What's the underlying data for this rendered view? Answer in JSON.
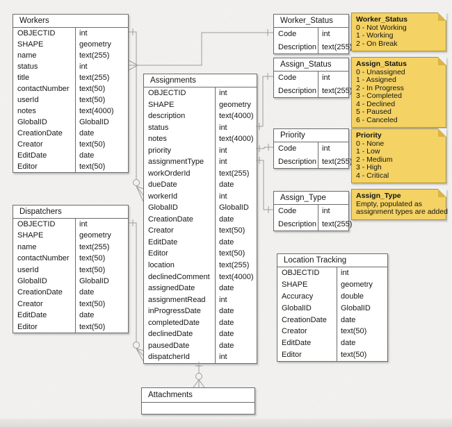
{
  "diagram": {
    "tables": [
      {
        "id": "workers",
        "title": "Workers",
        "fields": [
          [
            "OBJECTID",
            "int"
          ],
          [
            "SHAPE",
            "geometry"
          ],
          [
            "name",
            "text(255)"
          ],
          [
            "status",
            "int"
          ],
          [
            "title",
            "text(255)"
          ],
          [
            "contactNumber",
            "text(50)"
          ],
          [
            "userId",
            "text(50)"
          ],
          [
            "notes",
            "text(4000)"
          ],
          [
            "GlobalID",
            "GlobalID"
          ],
          [
            "CreationDate",
            "date"
          ],
          [
            "Creator",
            "text(50)"
          ],
          [
            "EditDate",
            "date"
          ],
          [
            "Editor",
            "text(50)"
          ]
        ]
      },
      {
        "id": "dispatchers",
        "title": "Dispatchers",
        "fields": [
          [
            "OBJECTID",
            "int"
          ],
          [
            "SHAPE",
            "geometry"
          ],
          [
            "name",
            "text(255)"
          ],
          [
            "contactNumber",
            "text(50)"
          ],
          [
            "userId",
            "text(50)"
          ],
          [
            "GlobalID",
            "GlobalID"
          ],
          [
            "CreationDate",
            "date"
          ],
          [
            "Creator",
            "text(50)"
          ],
          [
            "EditDate",
            "date"
          ],
          [
            "Editor",
            "text(50)"
          ]
        ]
      },
      {
        "id": "assignments",
        "title": "Assignments",
        "fields": [
          [
            "OBJECTID",
            "int"
          ],
          [
            "SHAPE",
            "geometry"
          ],
          [
            "description",
            "text(4000)"
          ],
          [
            "status",
            "int"
          ],
          [
            "notes",
            "text(4000)"
          ],
          [
            "priority",
            "int"
          ],
          [
            "assignmentType",
            "int"
          ],
          [
            "workOrderId",
            "text(255)"
          ],
          [
            "dueDate",
            "date"
          ],
          [
            "workerId",
            "int"
          ],
          [
            "GlobalID",
            "GlobalID"
          ],
          [
            "CreationDate",
            "date"
          ],
          [
            "Creator",
            "text(50)"
          ],
          [
            "EditDate",
            "date"
          ],
          [
            "Editor",
            "text(50)"
          ],
          [
            "location",
            "text(255)"
          ],
          [
            "declinedComment",
            "text(4000)"
          ],
          [
            "assignedDate",
            "date"
          ],
          [
            "assignmentRead",
            "int"
          ],
          [
            "inProgressDate",
            "date"
          ],
          [
            "completedDate",
            "date"
          ],
          [
            "declinedDate",
            "date"
          ],
          [
            "pausedDate",
            "date"
          ],
          [
            "dispatcherId",
            "int"
          ]
        ]
      },
      {
        "id": "worker_status",
        "title": "Worker_Status",
        "fields": [
          [
            "Code",
            "int"
          ],
          [
            "Description",
            "text(255)"
          ]
        ]
      },
      {
        "id": "assign_status",
        "title": "Assign_Status",
        "fields": [
          [
            "Code",
            "int"
          ],
          [
            "Description",
            "text(255)"
          ]
        ]
      },
      {
        "id": "priority",
        "title": "Priority",
        "fields": [
          [
            "Code",
            "int"
          ],
          [
            "Description",
            "text(255)"
          ]
        ]
      },
      {
        "id": "assign_type",
        "title": "Assign_Type",
        "fields": [
          [
            "Code",
            "int"
          ],
          [
            "Description",
            "text(255)"
          ]
        ]
      },
      {
        "id": "location_tracking",
        "title": "Location Tracking",
        "fields": [
          [
            "OBJECTID",
            "int"
          ],
          [
            "SHAPE",
            "geometry"
          ],
          [
            "Accuracy",
            "double"
          ],
          [
            "GlobalID",
            "GlobalID"
          ],
          [
            "CreationDate",
            "date"
          ],
          [
            "Creator",
            "text(50)"
          ],
          [
            "EditDate",
            "date"
          ],
          [
            "Editor",
            "text(50)"
          ]
        ]
      },
      {
        "id": "attachments",
        "title": "Attachments",
        "fields": []
      }
    ],
    "notes": [
      {
        "id": "note_worker_status",
        "title": "Worker_Status",
        "lines": [
          "0 - Not Working",
          "1 - Working",
          "2 - On Break"
        ]
      },
      {
        "id": "note_assign_status",
        "title": "Assign_Status",
        "lines": [
          "0 - Unassigned",
          "1 - Assigned",
          "2 - In Progress",
          "3 - Completed",
          "4 - Declined",
          "5 - Paused",
          "6 - Canceled"
        ]
      },
      {
        "id": "note_priority",
        "title": "Priority",
        "lines": [
          "0 - None",
          "1 - Low",
          "2 - Medium",
          "3 - High",
          "4 - Critical"
        ]
      },
      {
        "id": "note_assign_type",
        "title": "Assign_Type",
        "lines": [
          "Empty, populated as",
          "assignment types are added"
        ]
      }
    ],
    "connectors": [
      {
        "from": "Worker_Status.Code",
        "to": "Workers.status",
        "from_end": "one-tick",
        "to_end": "crows-foot-many"
      },
      {
        "from": "Workers.OBJECTID",
        "to": "Assignments.workerId",
        "from_end": "one-tick",
        "to_end": "zero-or-many"
      },
      {
        "from": "Dispatchers.OBJECTID",
        "to": "Assignments.dispatcherId",
        "from_end": "one-tick",
        "to_end": "zero-or-many"
      },
      {
        "from": "Assignments.status",
        "to": "Assign_Status.Code",
        "from_end": "one-tick",
        "to_end": "one-tick"
      },
      {
        "from": "Assignments.priority",
        "to": "Priority.Code",
        "from_end": "one-tick",
        "to_end": "one-tick"
      },
      {
        "from": "Assignments.assignmentType",
        "to": "Assign_Type.Code",
        "from_end": "one-tick",
        "to_end": "one-tick"
      },
      {
        "from": "Assignments",
        "to": "Attachments",
        "from_end": "one-tick",
        "to_end": "zero-or-many"
      }
    ],
    "colors": {
      "note_fill": "#f4d263",
      "note_border": "#a8923c",
      "note_fold": "#d8b549",
      "table_border": "#6a6a6a",
      "connector": "#9b9b9b",
      "canvas_bg": "#f2f1ef"
    }
  }
}
